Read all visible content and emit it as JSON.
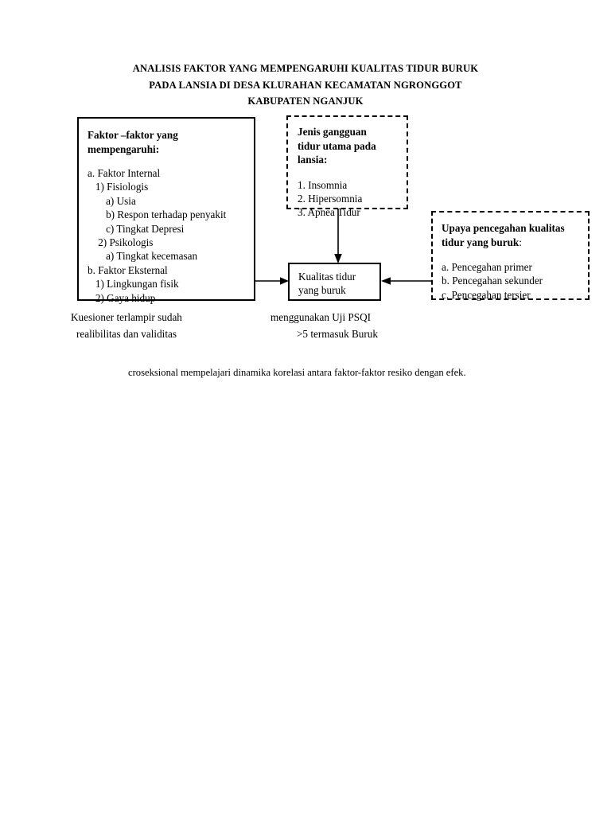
{
  "title": {
    "line1": "ANALISIS FAKTOR YANG MEMPENGARUHI KUALITAS TIDUR BURUK",
    "line2": "PADA LANSIA DI DESA KLURAHAN KECAMATAN NGRONGGOT",
    "line3": "KABUPATEN NGANJUK"
  },
  "boxes": {
    "factors": {
      "heading_line1": "Faktor –faktor yang",
      "heading_line2": "mempengaruhi:",
      "items": [
        "a. Faktor Internal",
        "   1) Fisiologis",
        "       a) Usia",
        "       b) Respon terhadap penyakit",
        "       c) Tingkat Depresi",
        "    2) Psikologis",
        "       a) Tingkat kecemasan",
        "b. Faktor Eksternal",
        "   1) Lingkungan fisik",
        "   2) Gaya hidup"
      ]
    },
    "disorders": {
      "heading_line1": "Jenis gangguan",
      "heading_line2": "tidur utama pada",
      "heading_line3": "lansia:",
      "items": [
        "1. Insomnia",
        "2. Hipersomnia",
        "3. Apnea Tidur"
      ]
    },
    "prevention": {
      "heading_line1": "Upaya pencegahan kualitas",
      "heading_line2": "tidur yang buruk",
      "heading_colon": ":",
      "items": [
        "a. Pencegahan primer",
        "b. Pencegahan sekunder",
        "c. Pencegahan tersier"
      ]
    },
    "outcome": {
      "line1": "Kualitas tidur",
      "line2": "yang buruk"
    }
  },
  "captions": {
    "questionnaire_line1": "Kuesioner terlampir sudah",
    "questionnaire_line2": "realibilitas dan validitas",
    "psqi_line1": "menggunakan Uji PSQI",
    "psqi_line2": ">5 termasuk Buruk"
  },
  "footnote": "croseksional mempelajari dinamika korelasi antara faktor-faktor resiko dengan efek.",
  "colors": {
    "ink": "#000000",
    "paper": "#ffffff"
  }
}
